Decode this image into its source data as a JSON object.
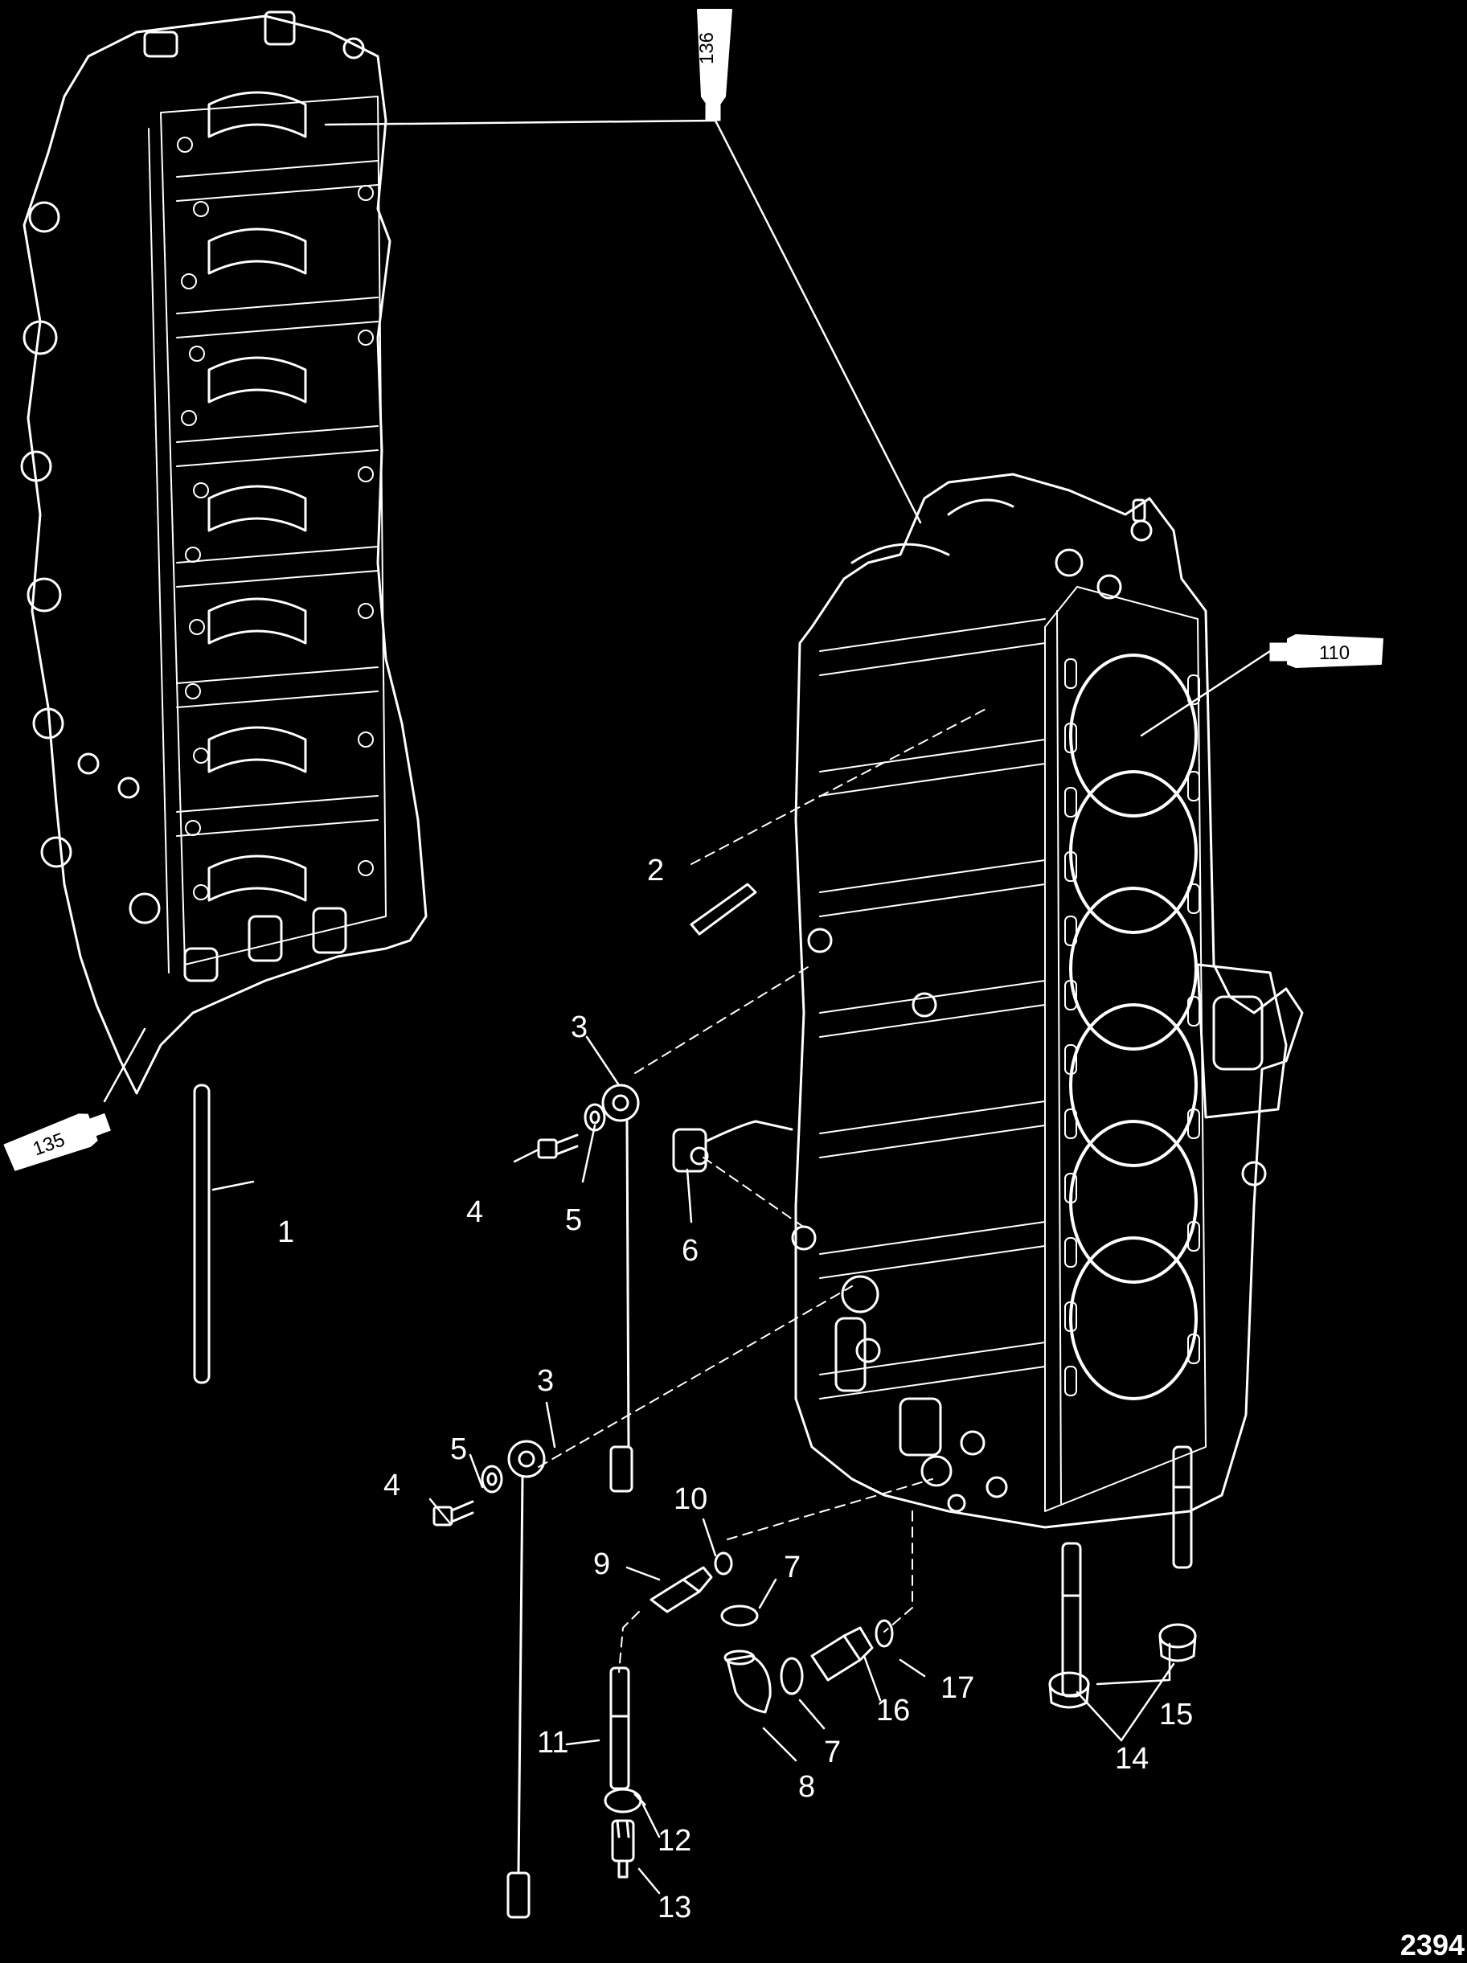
{
  "diagram": {
    "figure_number": "2394",
    "callouts": [
      "1",
      "2",
      "3",
      "3",
      "4",
      "4",
      "5",
      "5",
      "6",
      "7",
      "7",
      "8",
      "9",
      "10",
      "11",
      "12",
      "13",
      "14",
      "15",
      "16",
      "17"
    ],
    "lubricant_tubes": [
      "136",
      "110",
      "135"
    ]
  },
  "colors": {
    "background": "#000000",
    "linework": "#ffffff"
  }
}
